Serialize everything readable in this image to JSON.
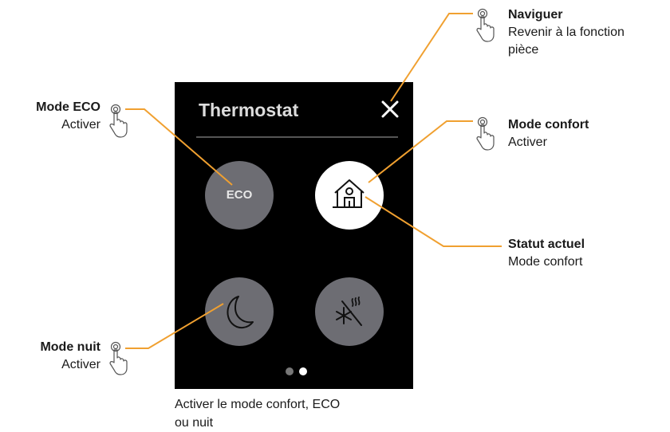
{
  "device": {
    "title": "Thermostat",
    "buttons": {
      "eco_label": "ECO"
    }
  },
  "callouts": {
    "eco": {
      "title": "Mode ECO",
      "desc": "Activer"
    },
    "night": {
      "title": "Mode nuit",
      "desc": "Activer"
    },
    "navigate": {
      "title": "Naviguer",
      "desc_line1": "Revenir à la fonction",
      "desc_line2": "pièce"
    },
    "comfort": {
      "title": "Mode confort",
      "desc": "Activer"
    },
    "status": {
      "title": "Statut actuel",
      "desc": "Mode confort"
    }
  },
  "caption": {
    "line1": "Activer le mode confort, ECO",
    "line2": "ou nuit"
  },
  "colors": {
    "leader_line": "#f0a030",
    "device_background": "#000000",
    "inactive_button": "#6d6d73",
    "active_button": "#ffffff"
  },
  "icons": [
    "close-icon",
    "house-person-icon",
    "moon-icon",
    "snowflake-heat-icon",
    "touch-hand-icon"
  ]
}
